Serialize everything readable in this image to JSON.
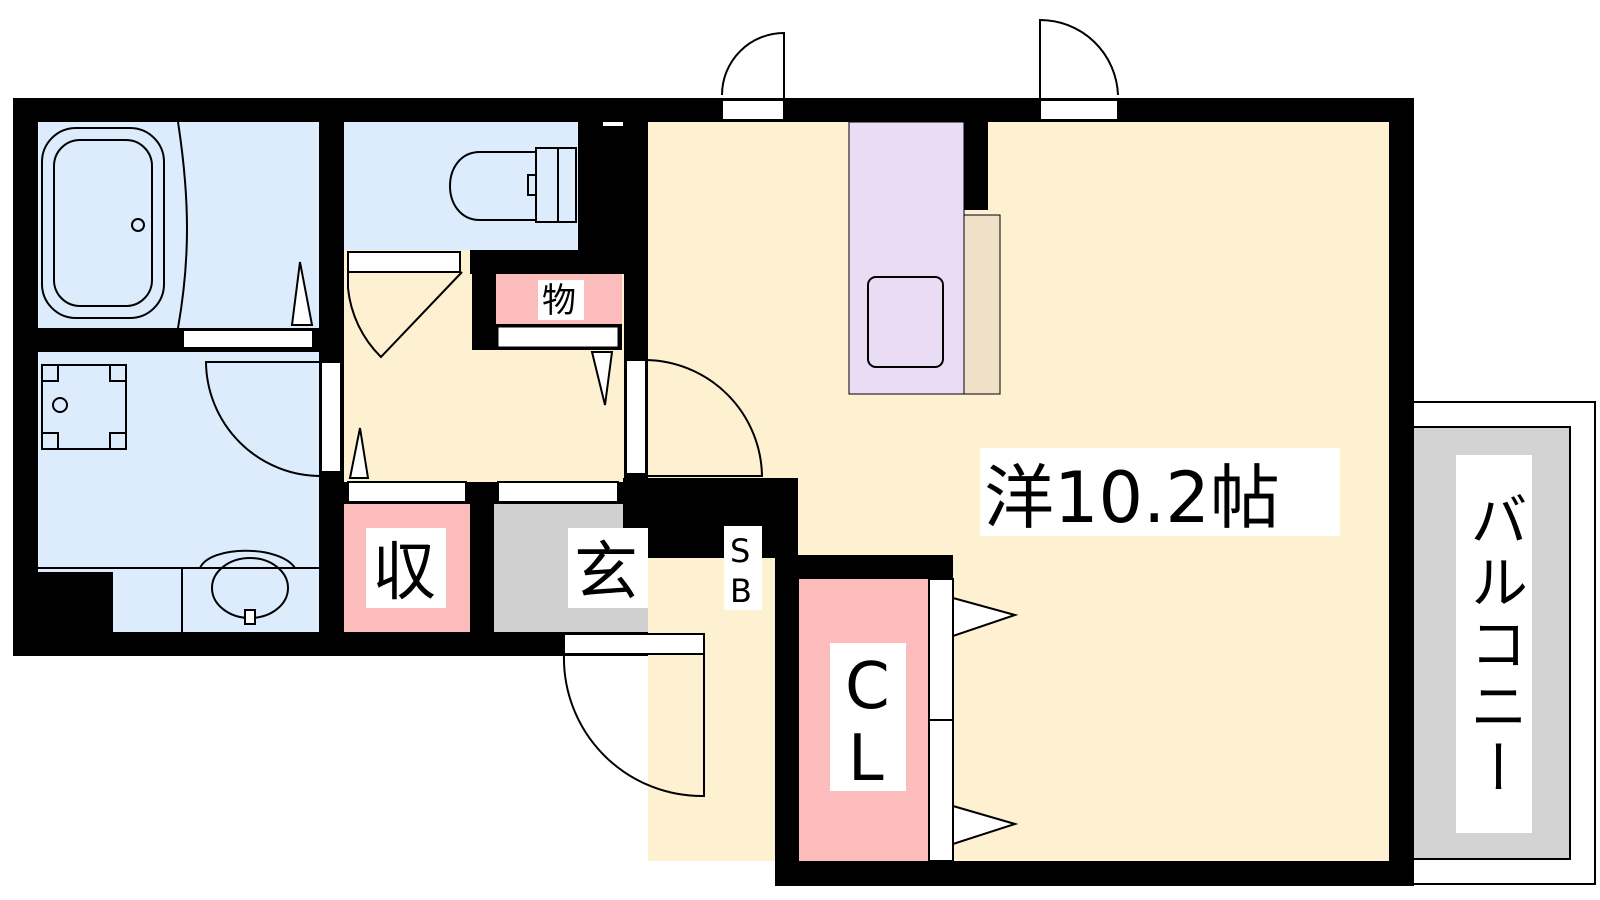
{
  "floor_plan": {
    "rooms": {
      "western_room": {
        "label": "洋10.2帖",
        "color": "#fdf1d2"
      },
      "closet": {
        "label_line1": "C",
        "label_line2": "L",
        "color": "#fcbcbc"
      },
      "entrance": {
        "label": "玄",
        "color": "#d0d0d0"
      },
      "shoe_box": {
        "label_line1": "S",
        "label_line2": "B",
        "color": "#fcbcbc"
      },
      "storage": {
        "label": "収",
        "color": "#fcbcbc"
      },
      "storeroom": {
        "label": "物",
        "color": "#fcbcbc"
      },
      "balcony": {
        "label": "バルコニー",
        "color": "#d3d3d3"
      },
      "wet_area_color": "#dcecfc",
      "hallway_color": "#fdf1d2",
      "kitchen_color": "#e9dcf4",
      "counter_color": "#f0e0c8",
      "wall_color": "#000000"
    },
    "fixtures": [
      "bathtub-icon",
      "toilet-icon",
      "washing-machine-pan-icon",
      "washbasin-icon",
      "kitchen-sink-icon",
      "door-swing-icon"
    ]
  }
}
